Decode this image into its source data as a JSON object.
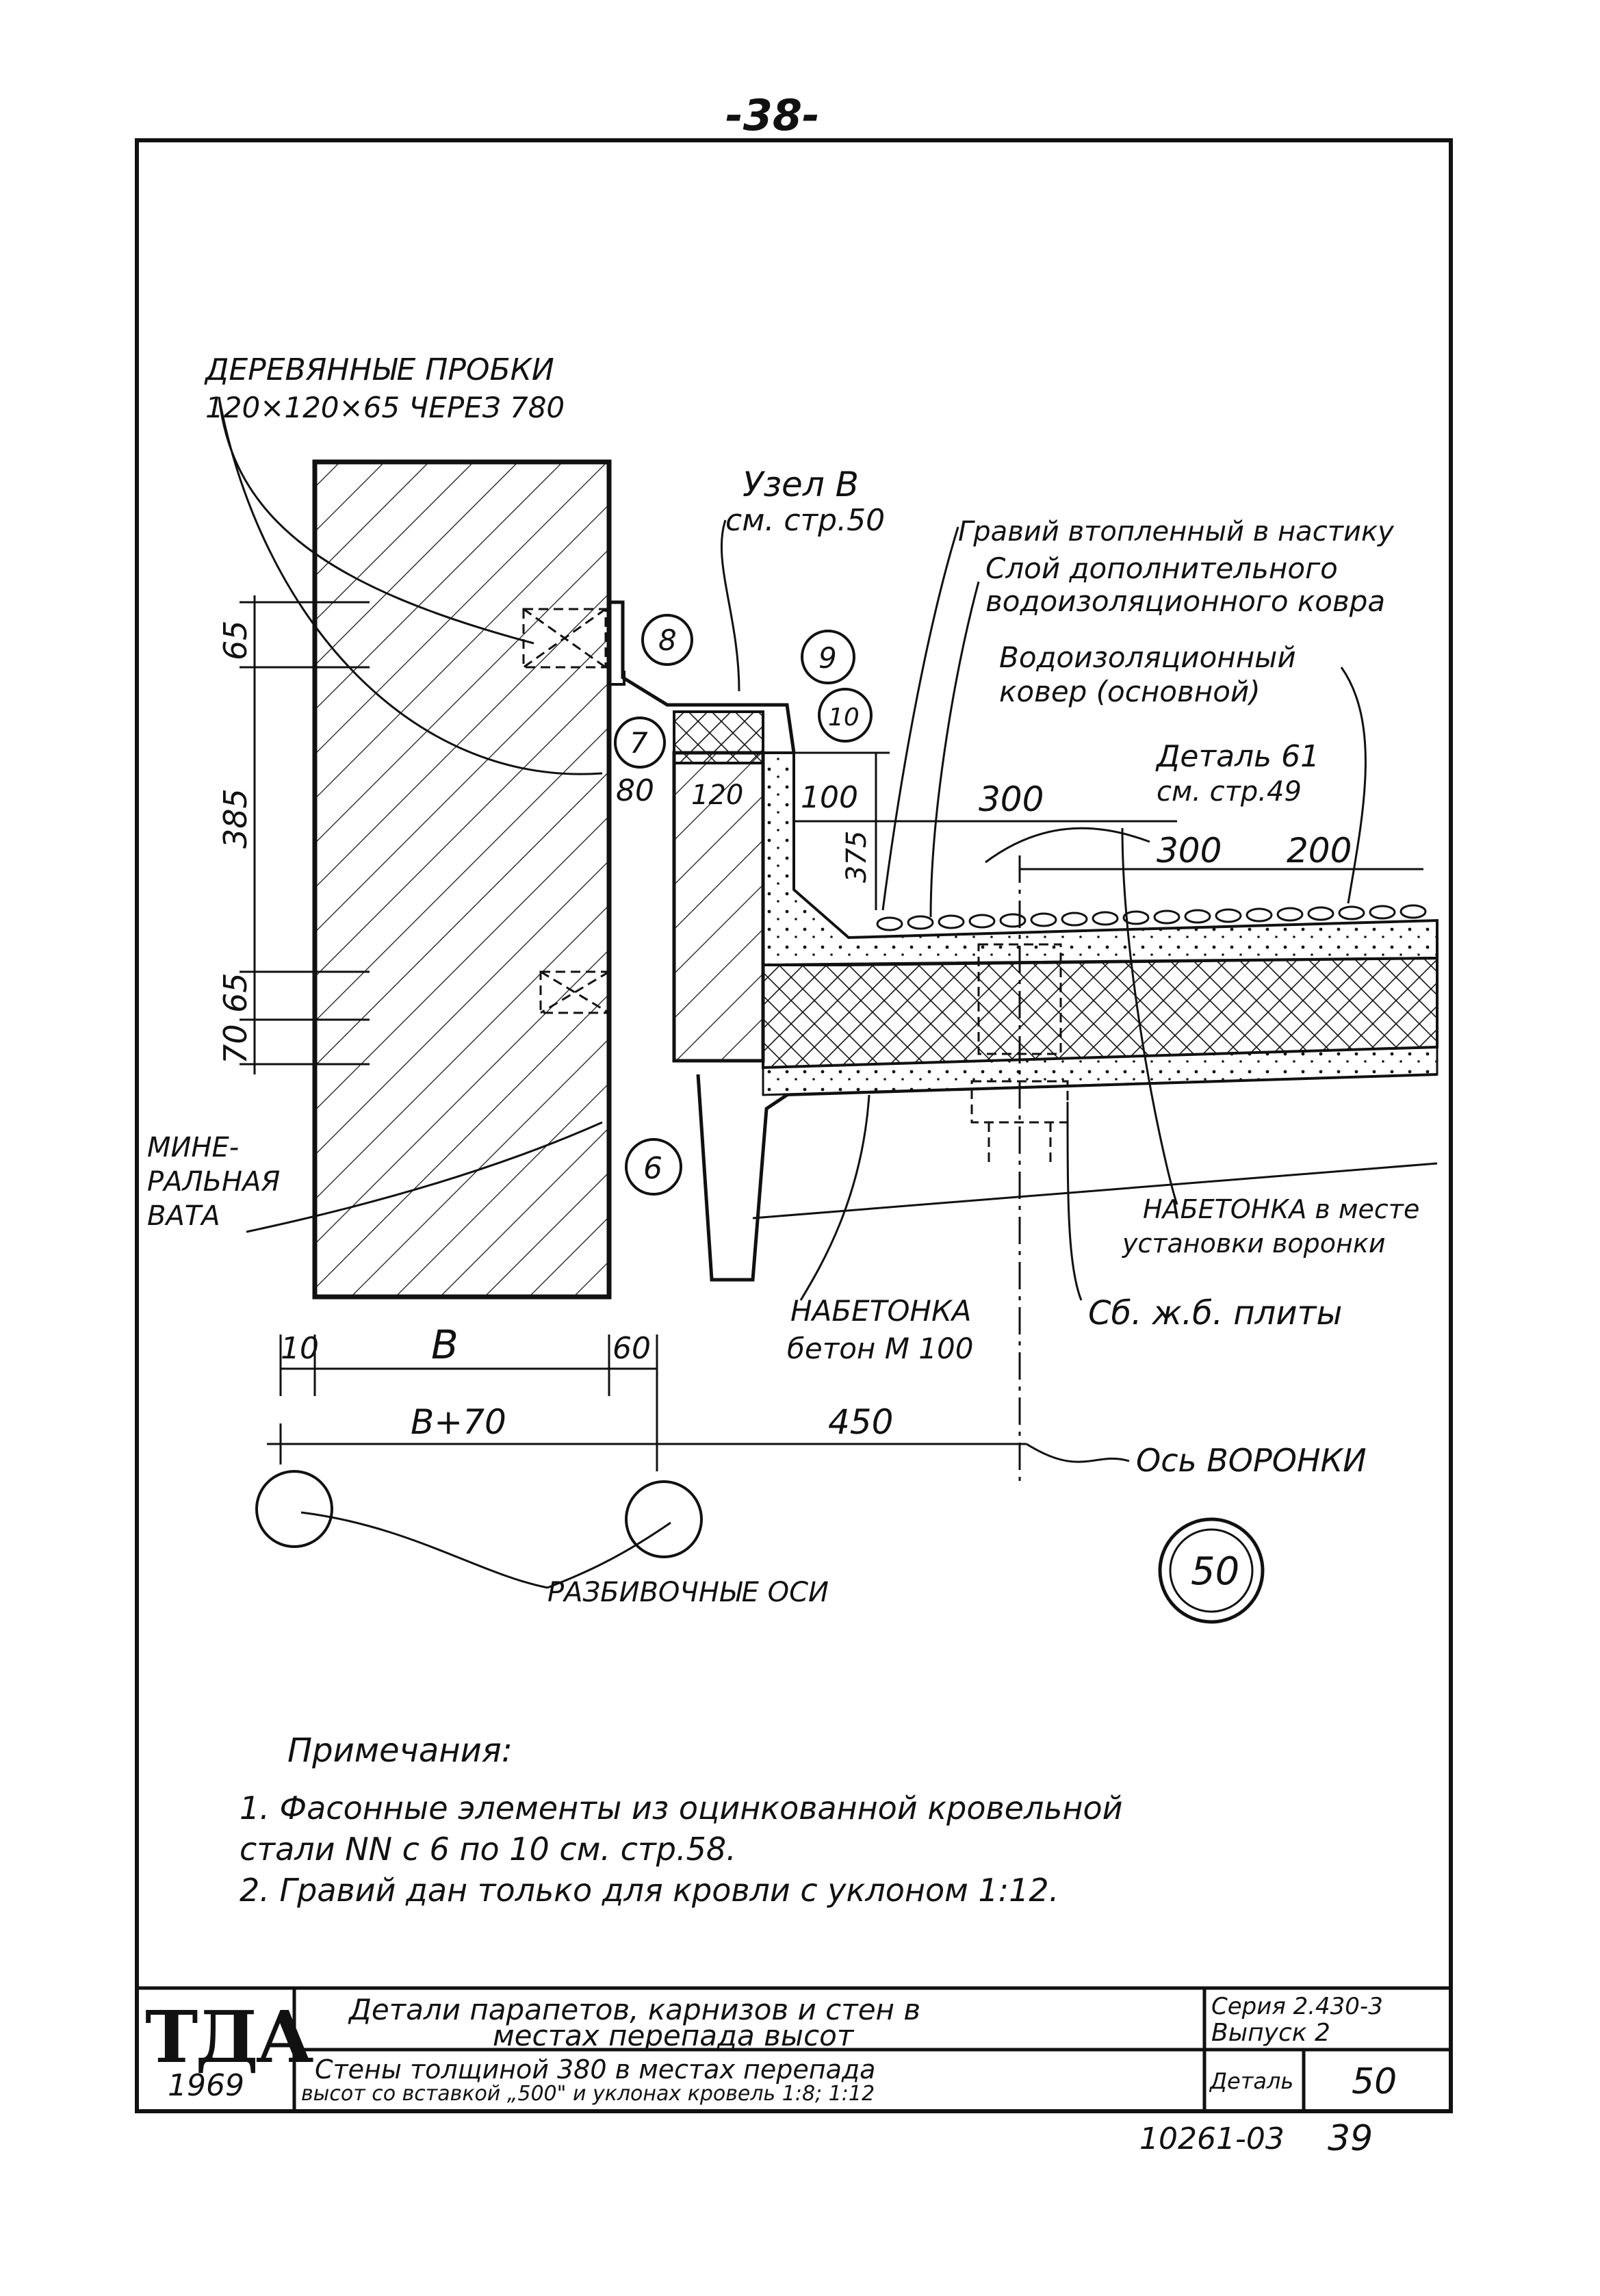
{
  "page_number": "-38-",
  "labels": {
    "wood_plugs_1": "ДЕРЕВЯННЫЕ ПРОБКИ",
    "wood_plugs_2": "120×120×65 ЧЕРЕЗ 780",
    "node_b_1": "Узел В",
    "node_b_2": "см. стр.50",
    "gravel": "Гравий втопленный в настику",
    "extra_layer_1": "Слой дополнительного",
    "extra_layer_2": "водоизоляционного ковра",
    "main_carpet_1": "Водоизоляционный",
    "main_carpet_2": "ковер (основной)",
    "detail61_1": "Деталь 61",
    "detail61_2": "см. стр.49",
    "mineral_1": "МИНЕ-",
    "mineral_2": "РАЛЬНАЯ",
    "mineral_3": "ВАТА",
    "concrete_funnel_1": "НАБЕТОНКА в месте",
    "concrete_funnel_2": "установки воронки",
    "concrete_1": "НАБЕТОНКА",
    "concrete_2": "бетон М 100",
    "slabs": "Сб. ж.б. плиты",
    "funnel_axis": "Ось ВОРОНКИ",
    "grid_axes": "РАЗБИВОЧНЫЕ ОСИ"
  },
  "callouts": [
    "6",
    "7",
    "8",
    "9",
    "10"
  ],
  "dimensions": {
    "d65_top": "65",
    "d385": "385",
    "d70": "70",
    "d65_low": "65",
    "d80": "80",
    "d120": "120",
    "d100": "100",
    "d375": "375",
    "d300a": "300",
    "d300b": "300",
    "d200": "200",
    "d10": "10",
    "dB": "B",
    "d60": "60",
    "dB70": "B+70",
    "d450": "450"
  },
  "detail_marker": "50",
  "notes": {
    "title": "Примечания:",
    "items": [
      "1. Фасонные элементы из оцинкованной кровельной",
      "    стали NN с 6 по 10 см. стр.58.",
      "2. Гравий дан только для кровли с уклоном 1:12."
    ]
  },
  "title_block": {
    "org": "ТДА",
    "year": "1969",
    "title_1": "Детали парапетов, карнизов и стен в",
    "title_2": "местах перепада высот",
    "subtitle_1": "Стены толщиной 380 в местах перепада",
    "subtitle_2": "высот со вставкой „500\" и уклонах кровель 1:8; 1:12",
    "series": "Серия 2.430-3",
    "issue": "Выпуск 2",
    "detail_label": "Деталь",
    "detail_no": "50"
  },
  "footer_code": "10261-03",
  "footer_page": "39"
}
